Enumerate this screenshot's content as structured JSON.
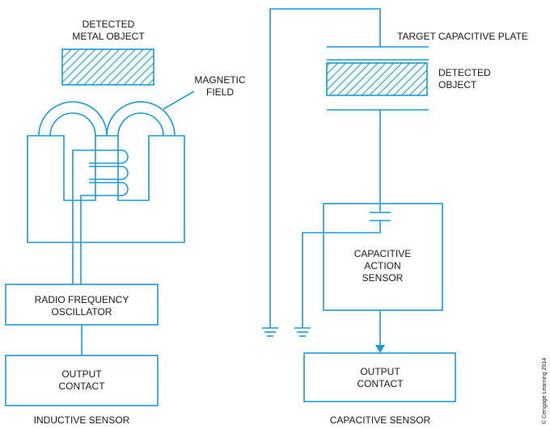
{
  "inductive": {
    "object_label_1": "DETECTED",
    "object_label_2": "METAL OBJECT",
    "field_label_1": "MAGNETIC",
    "field_label_2": "FIELD",
    "oscillator_label_1": "RADIO FREQUENCY",
    "oscillator_label_2": "OSCILLATOR",
    "output_label_1": "OUTPUT",
    "output_label_2": "CONTACT",
    "caption": "INDUCTIVE SENSOR"
  },
  "capacitive": {
    "plate_label": "TARGET CAPACITIVE PLATE",
    "object_label_1": "DETECTED",
    "object_label_2": "OBJECT",
    "sensor_label_1": "CAPACITIVE",
    "sensor_label_2": "ACTION",
    "sensor_label_3": "SENSOR",
    "output_label_1": "OUTPUT",
    "output_label_2": "CONTACT",
    "caption": "CAPACITIVE SENSOR"
  },
  "credit": "© Cengage Learning 2014",
  "colors": {
    "line": "#1c9ad6",
    "text": "#1a1a1a"
  }
}
